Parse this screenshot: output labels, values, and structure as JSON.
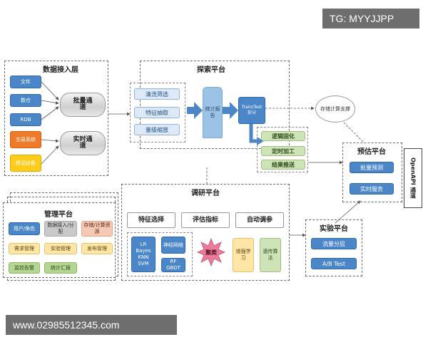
{
  "watermark_top": "TG: MYYJJPP",
  "watermark_bottom": "www.02985512345.com",
  "ingest": {
    "title": "数据接入层",
    "sources": [
      "文件",
      "数仓",
      "RDB",
      "交易系统",
      "移动设备"
    ],
    "channels": [
      "批量通道",
      "实时通道"
    ]
  },
  "explore": {
    "title": "探索平台",
    "steps": [
      "清洗筛选",
      "特征抽取",
      "量级缩放"
    ],
    "report": "统计报告",
    "split": "Train/Test拆分",
    "outputs": [
      "逻辑固化",
      "定时加工",
      "结果推送"
    ]
  },
  "cloud": "存储计算支撑",
  "predict": {
    "title": "预估平台",
    "items": [
      "批量预测",
      "实时服务"
    ]
  },
  "openapi": "OpenAPI 通道",
  "manage": {
    "title": "管理平台",
    "items": [
      "用户/角色",
      "数据接入/分配",
      "存储/计算资源",
      "需求管理",
      "实验管理",
      "发布管理",
      "监控告警",
      "统计汇报"
    ]
  },
  "research": {
    "title": "调研平台",
    "features": [
      "特征选择",
      "评估指标",
      "自动调参"
    ],
    "algo_left": "LR Bayes KNN SVM",
    "algo_mid": "神经网络",
    "algo_rf": "RF GBDT",
    "cluster": "聚类",
    "enhance": "增强学习",
    "genetic": "遗传算法"
  },
  "experiment": {
    "title": "实验平台",
    "items": [
      "流量分层",
      "A/B Test"
    ]
  }
}
